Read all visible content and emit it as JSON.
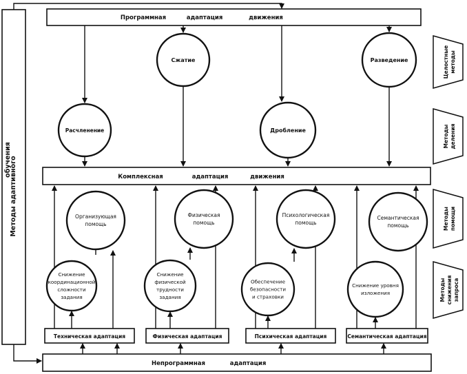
{
  "left_bar": {
    "lines": [
      "Методы адаптивного",
      "обучения"
    ]
  },
  "top_bar": {
    "words": [
      "Программная",
      "адаптация",
      "движения"
    ]
  },
  "middle_bar": {
    "words": [
      "Комплексная",
      "адаптация",
      "движения"
    ]
  },
  "bottom_bar": {
    "words": [
      "Непрограммная",
      "адаптация"
    ]
  },
  "top_circles": [
    "Сжатие",
    "Разведение"
  ],
  "mid_circles": [
    "Расчленение",
    "Дробление"
  ],
  "help_circles": [
    [
      "Организующая",
      "помощь"
    ],
    [
      "Физическая",
      "помощь"
    ],
    [
      "Психологическая",
      "помощь"
    ],
    [
      "Семантическая",
      "помощь"
    ]
  ],
  "reduce_circles": [
    [
      "Снижение",
      "координационной",
      "сложности",
      "задания"
    ],
    [
      "Снижение",
      "физической",
      "трудности",
      "задания"
    ],
    [
      "Обеспечение",
      "безопасности",
      "и страховки"
    ],
    [
      "Снижение уровня",
      "изложения"
    ]
  ],
  "adapt_boxes": [
    "Техническая адаптация",
    "Физическая адаптация",
    "Психическая адаптация",
    "Семантическая адаптация"
  ],
  "side_tabs": [
    [
      "Целостные",
      "методы"
    ],
    [
      "Методы",
      "деления"
    ],
    [
      "Методы",
      "помощи"
    ],
    [
      "Методы",
      "снижения",
      "запроса"
    ]
  ]
}
